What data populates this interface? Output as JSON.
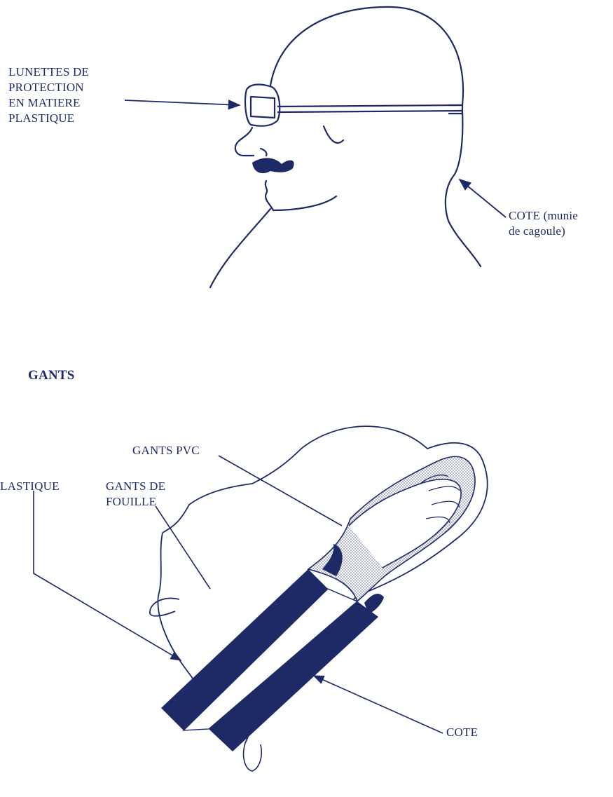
{
  "labels": {
    "goggles": "LUNETTES DE\nPROTECTION\nEN MATIERE\nPLASTIQUE",
    "cote_hood": "COTE (munie\nde cagoule)",
    "gants_title": "GANTS",
    "gants_pvc": "GANTS PVC",
    "plastique": "LASTIQUE",
    "gants_fouille": "GANTS DE\nFOUILLE",
    "cote": "COTE"
  },
  "icons": {
    "head": "head-profile-icon",
    "arm": "gloved-arm-icon"
  },
  "colors": {
    "ink": "#1e2a66",
    "background": "#ffffff",
    "stipple": "#b9bdd3"
  }
}
